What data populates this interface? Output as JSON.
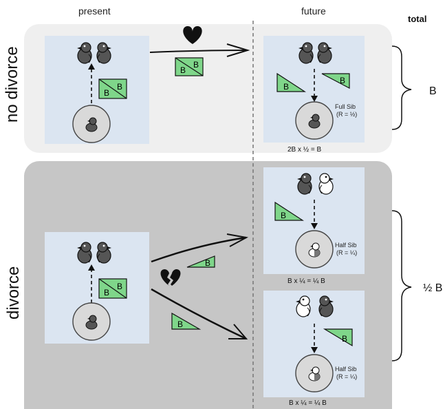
{
  "headers": {
    "present": "present",
    "future": "future",
    "total": "total"
  },
  "rows": {
    "no_divorce": {
      "label": "no divorce",
      "equation": "2B x ½ = B",
      "sibling_label": "Full Sib",
      "sibling_r": "(R = ½)",
      "total": "B"
    },
    "divorce": {
      "label": "divorce",
      "upper_equation": "B x ¼ = ¼ B",
      "lower_equation": "B x ¼ = ¼ B",
      "sibling_label": "Half Sib",
      "sibling_r": "(R = ¼)",
      "total": "½ B"
    }
  },
  "benefit_letter": "B",
  "colors": {
    "panel_light": "#efefef",
    "panel_dark": "#c6c6c6",
    "box_fill": "#dbe5f1",
    "benefit_green": "#7fd68a",
    "bird_dark": "#555555",
    "heart": "#111111"
  },
  "icons": {
    "intact_heart": "heart-icon",
    "broken_heart": "broken-heart-icon",
    "benefit": "benefit-triangle-icon",
    "bird": "bird-icon"
  }
}
